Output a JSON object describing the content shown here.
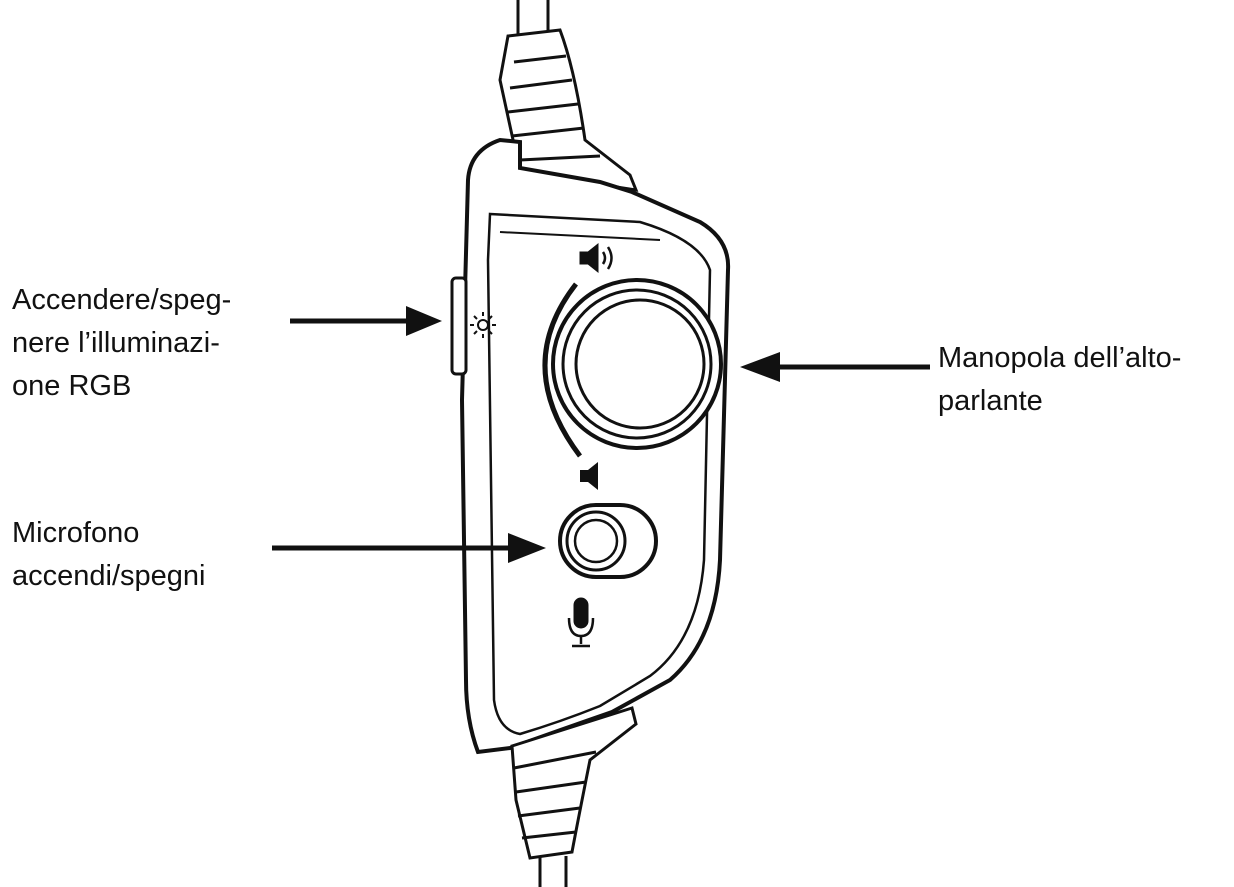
{
  "labels": {
    "rgb_toggle": "Accendere/speg-\nnere l’illuminazi-\none RGB",
    "mic_toggle": "Microfono\naccendi/spegni",
    "speaker_knob": "Manopola dell’alto-\nparlante"
  },
  "icons": {
    "volume_up": "speaker-high-icon",
    "volume_down": "speaker-low-icon",
    "light": "light-icon",
    "microphone": "microphone-icon"
  },
  "colors": {
    "line": "#111111",
    "body": "#ffffff",
    "cable": "#999999"
  }
}
